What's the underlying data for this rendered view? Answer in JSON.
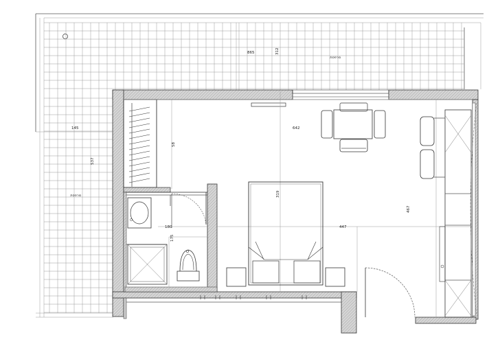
{
  "dimensions": {
    "terrace_top": "865",
    "terrace_top_v": "312",
    "terrace_left": "145",
    "terrace_left_v": "537",
    "room_width": "642",
    "closet": "58",
    "bathroom": "180",
    "bathroom_v": "175",
    "bed": "319",
    "room_inner": "447",
    "room_height": "467"
  },
  "labels": {
    "terrace_top_label": "מרפסת",
    "terrace_left_label": "מרפסת"
  },
  "colors": {
    "wall_fill": "#b8b8b8",
    "grid": "#9a9a9a",
    "line": "#333333"
  }
}
